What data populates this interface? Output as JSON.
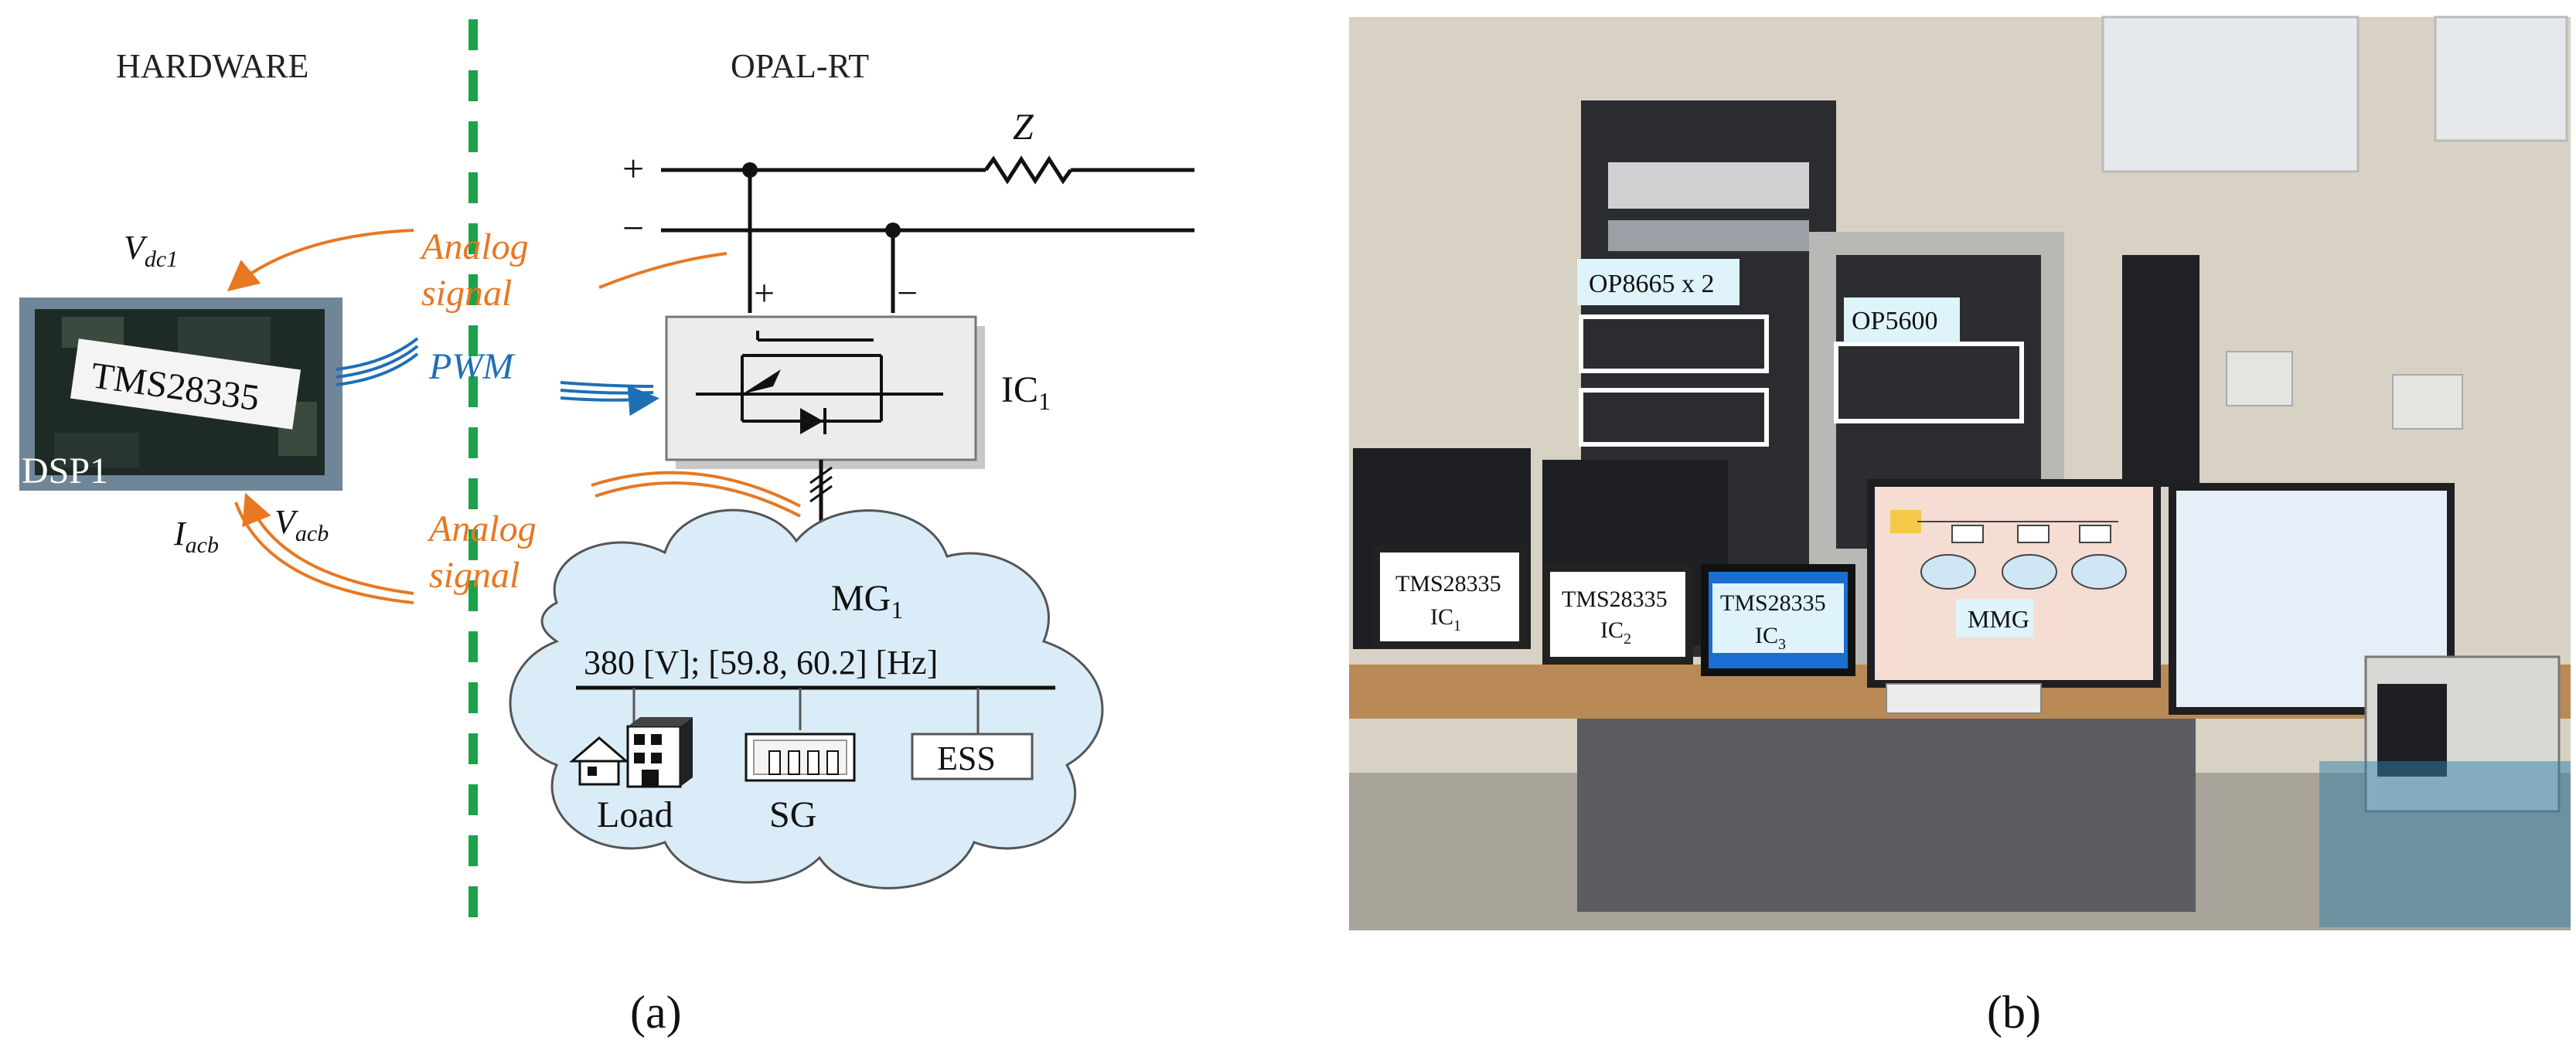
{
  "panel_a": {
    "caption": "(a)",
    "section_hardware": "HARDWARE",
    "section_opalrt": "OPAL-RT",
    "dsp_board_label": "TMS28335",
    "dsp_label": "DSP1",
    "vdc_main": "V",
    "vdc_sub": "dc1",
    "iacb_main": "I",
    "iacb_sub": "acb",
    "vacb_main": "V",
    "vacb_sub": "acb",
    "analog_top_1": "Analog",
    "analog_top_2": "signal",
    "pwm": "PWM",
    "analog_bottom_1": "Analog",
    "analog_bottom_2": "signal",
    "plus": "+",
    "minus": "−",
    "z": "Z",
    "ic_main": "IC",
    "ic_sub": "1",
    "mg_main": "MG",
    "mg_sub": "1",
    "mg_rating": "380 [V]; [59.8, 60.2] [Hz]",
    "load": "Load",
    "sg": "SG",
    "ess": "ESS",
    "colors": {
      "orange": "#e87722",
      "blue": "#1f6fb5",
      "green": "#1aa34a",
      "cloud": "#d9ecf7"
    }
  },
  "panel_b": {
    "caption": "(b)",
    "op8665": "OP8665 x 2",
    "op5600": "OP5600",
    "laptop1_l1": "TMS28335",
    "laptop1_main": "IC",
    "laptop1_sub": "1",
    "laptop2_l1": "TMS28335",
    "laptop2_main": "IC",
    "laptop2_sub": "2",
    "laptop3_l1": "TMS28335",
    "laptop3_main": "IC",
    "laptop3_sub": "3",
    "mmg": "MMG"
  }
}
